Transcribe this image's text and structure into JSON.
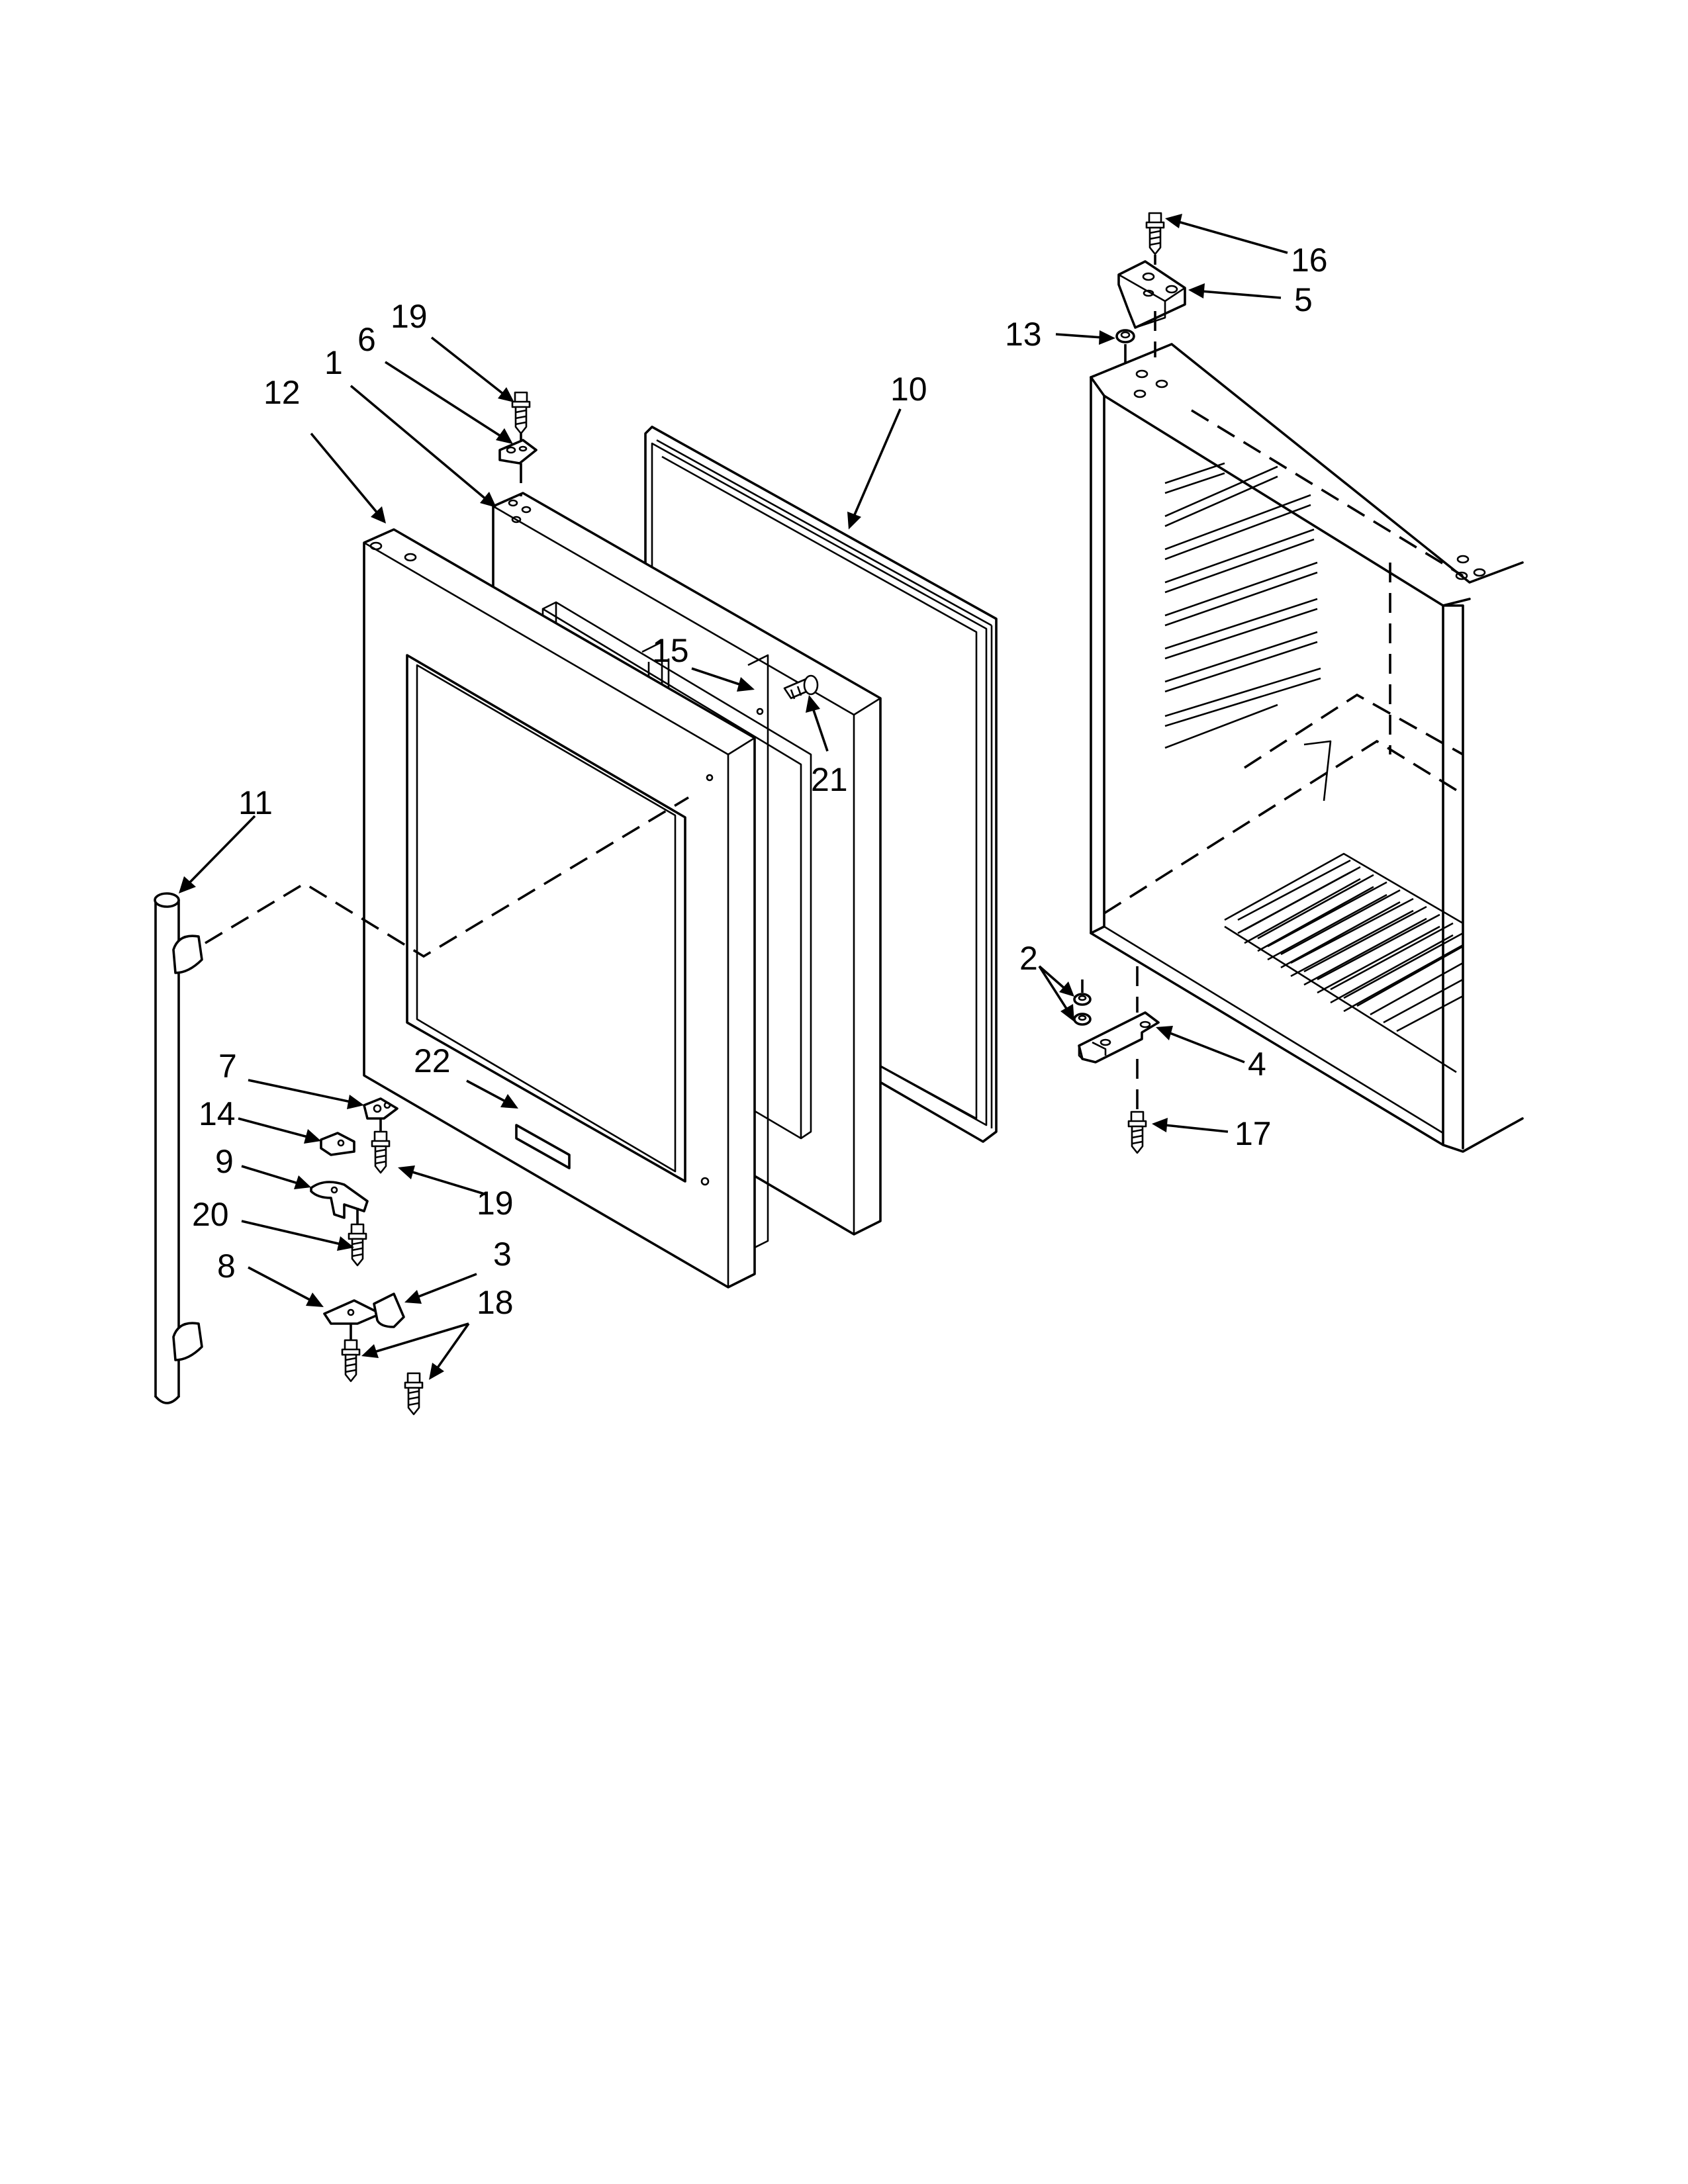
{
  "diagram": {
    "type": "exploded-parts-view",
    "callouts": [
      {
        "id": "lbl-1",
        "text": "1"
      },
      {
        "id": "lbl-2",
        "text": "2"
      },
      {
        "id": "lbl-3",
        "text": "3"
      },
      {
        "id": "lbl-4",
        "text": "4"
      },
      {
        "id": "lbl-5",
        "text": "5"
      },
      {
        "id": "lbl-6",
        "text": "6"
      },
      {
        "id": "lbl-7",
        "text": "7"
      },
      {
        "id": "lbl-8",
        "text": "8"
      },
      {
        "id": "lbl-9",
        "text": "9"
      },
      {
        "id": "lbl-10",
        "text": "10"
      },
      {
        "id": "lbl-11",
        "text": "11"
      },
      {
        "id": "lbl-12",
        "text": "12"
      },
      {
        "id": "lbl-13",
        "text": "13"
      },
      {
        "id": "lbl-14",
        "text": "14"
      },
      {
        "id": "lbl-15",
        "text": "15"
      },
      {
        "id": "lbl-16",
        "text": "16"
      },
      {
        "id": "lbl-17",
        "text": "17"
      },
      {
        "id": "lbl-18",
        "text": "18"
      },
      {
        "id": "lbl-19a",
        "text": "19"
      },
      {
        "id": "lbl-19b",
        "text": "19"
      },
      {
        "id": "lbl-20",
        "text": "20"
      },
      {
        "id": "lbl-21",
        "text": "21"
      },
      {
        "id": "lbl-22",
        "text": "22"
      }
    ]
  }
}
